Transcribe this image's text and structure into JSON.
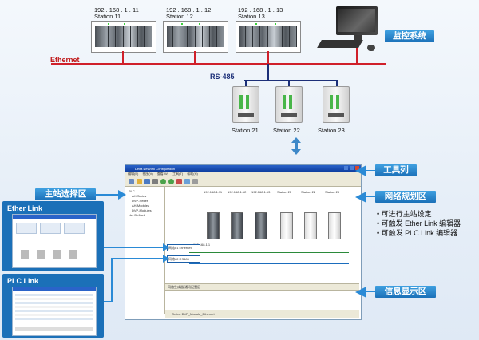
{
  "stations_top": [
    {
      "ip": "192 . 168 . 1 . 11",
      "name": "Station 11"
    },
    {
      "ip": "192 . 168 . 1 . 12",
      "name": "Station 12"
    },
    {
      "ip": "192 . 168 . 1 . 13",
      "name": "Station 13"
    }
  ],
  "stations_rs485": [
    "Station 21",
    "Station 22",
    "Station 23"
  ],
  "labels": {
    "ethernet": "Ethernet",
    "rs485": "RS-485",
    "monitor_system": "监控系统",
    "toolbar": "工具列",
    "network_planning": "网络规划区",
    "master_select": "主站选择区",
    "info_display": "信息显示区",
    "ether_link": "Ether Link",
    "plc_link": "PLC Link"
  },
  "bullets": [
    "• 可进行主站设定",
    "• 可触发 Ether Link 编辑器",
    "• 可触发 PLC Link 编辑器"
  ],
  "software": {
    "title": "Delta Network Configuration",
    "menu": [
      "编辑(E)",
      "视图(V)",
      "查看(W)",
      "工具(T)",
      "帮助(H)"
    ],
    "tree": [
      "PLC",
      "AH-Series",
      "DVP-Series",
      "AH-Modules",
      "DVP-Modules",
      "Net Defined"
    ],
    "devices": [
      "192.168.1.11",
      "192.168.1.12",
      "192.168.1.13",
      "Station 21",
      "Station 22",
      "Station 23"
    ],
    "network_items": [
      "网络#1 Ethernet",
      "网络#2 RS485"
    ],
    "address": "192.168.1.1",
    "status_row": "网络生成器/通讯配置区",
    "info_row": "Online   DVP_Module_Ethernet"
  },
  "colors": {
    "ethernet_red": "#d0202a",
    "rs485_navy": "#1c2f78",
    "label_blue": "#1b70b8",
    "arrow_blue": "#2a8ad6"
  }
}
